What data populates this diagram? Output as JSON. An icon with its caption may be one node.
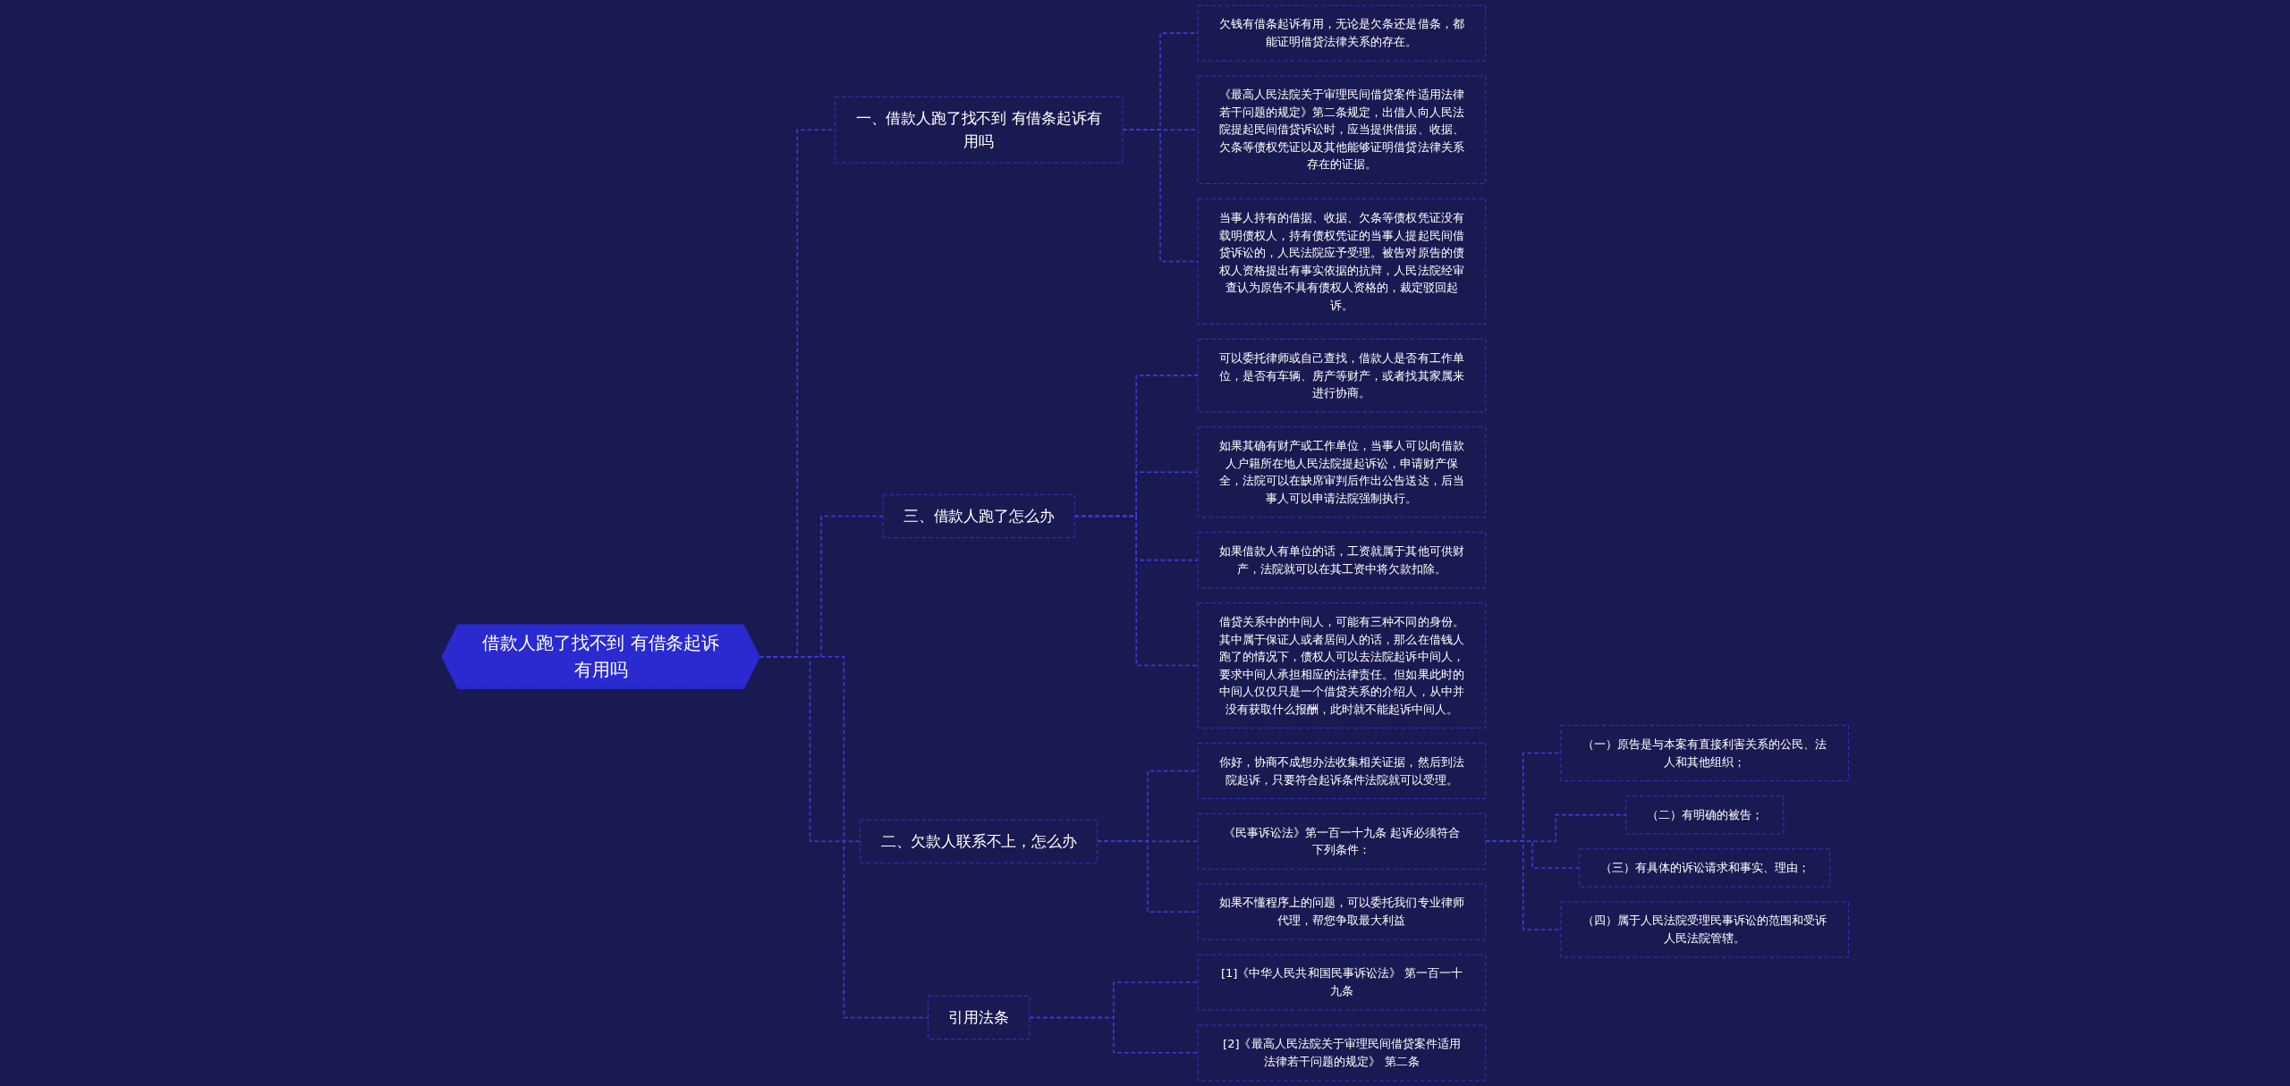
{
  "diagram": {
    "nodes": [
      {
        "text": [
          "借款人跑了找不到 有借条起诉有用吗"
        ]
      },
      {
        "text": [
          "一、借款人跑了找不到 有借条起诉有用吗"
        ]
      },
      {
        "text": [
          "欠钱有借条起诉有用，无论是欠条还是借条，都能证明借贷法律关系的存在。"
        ]
      },
      {
        "text": [
          "《最高人民法院关于审理民间借贷案件适用法律若干问题的规定》第二条规定，出借人向人民法院提起民间借贷诉讼时，应当提供借据、收据、欠条等债权凭证以及其他能够证明借贷法律关系存在的证据。"
        ]
      },
      {
        "text": [
          "当事人持有的借据、收据、欠条等债权凭证没有载明债权人，持有债权凭证的当事人提起民间借贷诉讼的，人民法院应予受理。被告对原告的债权人资格提出有事实依据的抗辩，人民法院经审查认为原告不具有债权人资格的，裁定驳回起诉。"
        ]
      },
      {
        "text": [
          "三、借款人跑了怎么办"
        ]
      },
      {
        "text": [
          "可以委托律师或自己查找，借款人是否有工作单位，是否有车辆、房产等财产，或者找其家属来进行协商。"
        ]
      },
      {
        "text": [
          "如果其确有财产或工作单位，当事人可以向借款人户籍所在地人民法院提起诉讼，申请财产保全，法院可以在缺席审判后作出公告送达，后当事人可以申请法院强制执行。"
        ]
      },
      {
        "text": [
          "如果借款人有单位的话，工资就属于其他可供财产，法院就可以在其工资中将欠款扣除。"
        ]
      },
      {
        "text": [
          "借贷关系中的中间人，可能有三种不同的身份。其中属于保证人或者居间人的话，那么在借钱人跑了的情况下，债权人可以去法院起诉中间人，要求中间人承担相应的法律责任。但如果此时的中间人仅仅只是一个借贷关系的介绍人，从中并没有获取什么报酬，此时就不能起诉中间人。"
        ]
      },
      {
        "text": [
          "二、欠款人联系不上，怎么办"
        ]
      },
      {
        "text": [
          "你好，协商不成想办法收集相关证据，然后到法院起诉，只要符合起诉条件法院就可以受理。"
        ]
      },
      {
        "text": [
          "《民事诉讼法》第一百一十九条 起诉必须符合下列条件："
        ]
      },
      {
        "text": [
          "（一）原告是与本案有直接利害关系的公民、法人和其他组织；"
        ]
      },
      {
        "text": [
          "（二）有明确的被告；"
        ]
      },
      {
        "text": [
          "（三）有具体的诉讼请求和事实、理由；"
        ]
      },
      {
        "text": [
          "（四）属于人民法院受理民事诉讼的范围和受诉人民法院管辖。"
        ]
      },
      {
        "text": [
          "如果不懂程序上的问题，可以委托我们专业律师代理，帮您争取最大利益"
        ]
      },
      {
        "text": [
          "引用法条"
        ]
      },
      {
        "text": [
          "[1]《中华人民共和国民事诉讼法》 第一百一十九条"
        ]
      },
      {
        "text": [
          "[2]《最高人民法院关于审理民间借贷案件适用法律若干问题的规定》 第二条"
        ]
      }
    ],
    "edges": [
      {
        "from": 0,
        "to": 1,
        "arrow": "none",
        "style": "dashed"
      },
      {
        "from": 1,
        "to": 2,
        "arrow": "none",
        "style": "dashed"
      },
      {
        "from": 1,
        "to": 3,
        "arrow": "none",
        "style": "dashed"
      },
      {
        "from": 1,
        "to": 4,
        "arrow": "none",
        "style": "dashed"
      },
      {
        "from": 0,
        "to": 5,
        "arrow": "none",
        "style": "dashed"
      },
      {
        "from": 5,
        "to": 6,
        "arrow": "none",
        "style": "dashed"
      },
      {
        "from": 5,
        "to": 7,
        "arrow": "none",
        "style": "dashed"
      },
      {
        "from": 5,
        "to": 8,
        "arrow": "none",
        "style": "dashed"
      },
      {
        "from": 5,
        "to": 9,
        "arrow": "none",
        "style": "dashed"
      },
      {
        "from": 0,
        "to": 10,
        "arrow": "none",
        "style": "dashed"
      },
      {
        "from": 10,
        "to": 11,
        "arrow": "none",
        "style": "dashed"
      },
      {
        "from": 10,
        "to": 12,
        "arrow": "none",
        "style": "dashed"
      },
      {
        "from": 12,
        "to": 13,
        "arrow": "none",
        "style": "dashed"
      },
      {
        "from": 12,
        "to": 14,
        "arrow": "none",
        "style": "dashed"
      },
      {
        "from": 12,
        "to": 15,
        "arrow": "none",
        "style": "dashed"
      },
      {
        "from": 12,
        "to": 16,
        "arrow": "none",
        "style": "dashed"
      },
      {
        "from": 10,
        "to": 17,
        "arrow": "none",
        "style": "dashed"
      },
      {
        "from": 0,
        "to": 18,
        "arrow": "none",
        "style": "dashed"
      },
      {
        "from": 18,
        "to": 19,
        "arrow": "none",
        "style": "dashed"
      },
      {
        "from": 18,
        "to": 20,
        "arrow": "none",
        "style": "dashed"
      }
    ]
  }
}
